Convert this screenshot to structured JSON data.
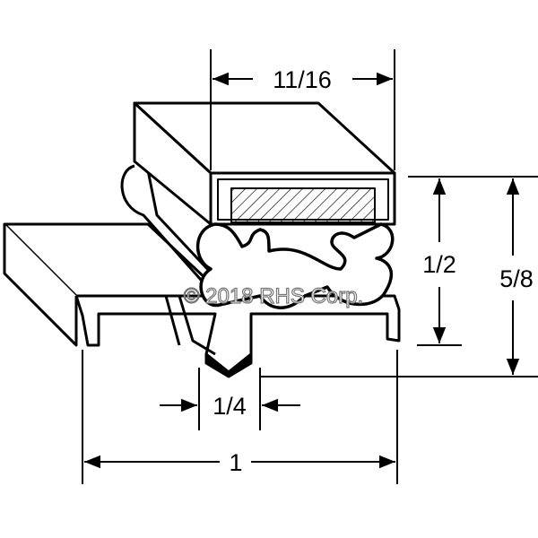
{
  "diagram": {
    "dimensions": {
      "width_top": "11/16",
      "height_inner": "1/2",
      "height_total": "5/8",
      "dart_width": "1/4",
      "width_total": "1"
    },
    "watermark": "© 2018 RHS Corp.",
    "colors": {
      "line": "#000000",
      "watermark": "#777777"
    }
  }
}
